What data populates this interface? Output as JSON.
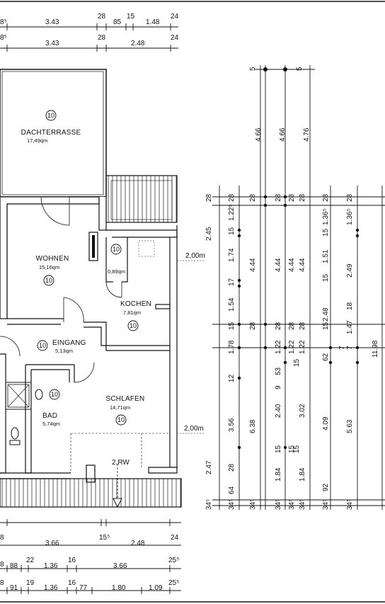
{
  "top_dimensions": {
    "row1": [
      "8⁵",
      "3.43",
      "28",
      "85",
      "15",
      "1.48",
      "24"
    ],
    "row2": [
      "8⁵",
      "3.43",
      "28",
      "2.48",
      "24"
    ]
  },
  "rooms": [
    {
      "name": "DACHTERRASSE",
      "area": "17,49qm",
      "tag": "10"
    },
    {
      "name": "WOHNEN",
      "area": "15,16qm",
      "tag": "10"
    },
    {
      "name": "KOCHEN",
      "area": "7,81qm",
      "tag": "10"
    },
    {
      "name": "EINGANG",
      "area": "5,13qm",
      "tag": "10"
    },
    {
      "name": "BAD",
      "area": "5,74qm",
      "tag": "10"
    },
    {
      "name": "SCHLAFEN",
      "area": "14,71qm",
      "tag": "10"
    }
  ],
  "small_room": {
    "area": "0,89qm",
    "tag": "10"
  },
  "stair_label": "2.RW",
  "height_marks": [
    "2,00m",
    "2,00m"
  ],
  "vertical_dimensions": {
    "top_short": [
      "5",
      "5"
    ],
    "col_a": [
      "28",
      "2.45",
      "2.47",
      "34⁵"
    ],
    "col_b": [
      "28",
      "1.22⁵",
      "15",
      "1.74",
      "17",
      "1.54",
      "15",
      "1.78",
      "12",
      "3.56",
      "28",
      "64",
      "34⁵"
    ],
    "col_c": [
      "28",
      "4.44",
      "28",
      "6.38",
      "34⁵"
    ],
    "col_d": [
      "4.66",
      "28",
      "4.44",
      "28",
      "1.22",
      "9",
      "53",
      "2.40",
      "15",
      "1.84",
      "34⁵"
    ],
    "col_e": [
      "4.66",
      "28",
      "4.44",
      "28",
      "1.22",
      "15",
      "3.02",
      "15",
      "1.84",
      "34⁵"
    ],
    "col_f": [
      "4.76",
      "28",
      "4.44",
      "28",
      "1.22",
      "15",
      "34⁵"
    ],
    "col_g": [
      "28",
      "1.36⁵",
      "15",
      "1.51",
      "15",
      "2.48",
      "15",
      "62",
      "4.09",
      "92",
      "34⁵"
    ],
    "col_h": [
      "28",
      "1.36⁵",
      "2.49",
      "18",
      "1.47",
      "7",
      "7",
      "5.63",
      "34⁵"
    ],
    "col_i": [
      "11.98"
    ]
  },
  "bottom_dimensions": {
    "row1": [
      "8",
      "3.66",
      "15⁵",
      "2.48",
      "24"
    ],
    "row2": [
      "8",
      "88",
      "22",
      "1.36",
      "16",
      "3.66",
      "25⁵"
    ],
    "row3": [
      "8",
      "91",
      "19",
      "1.36",
      "16",
      "77",
      "1.80",
      "1.09",
      "25⁵"
    ]
  }
}
